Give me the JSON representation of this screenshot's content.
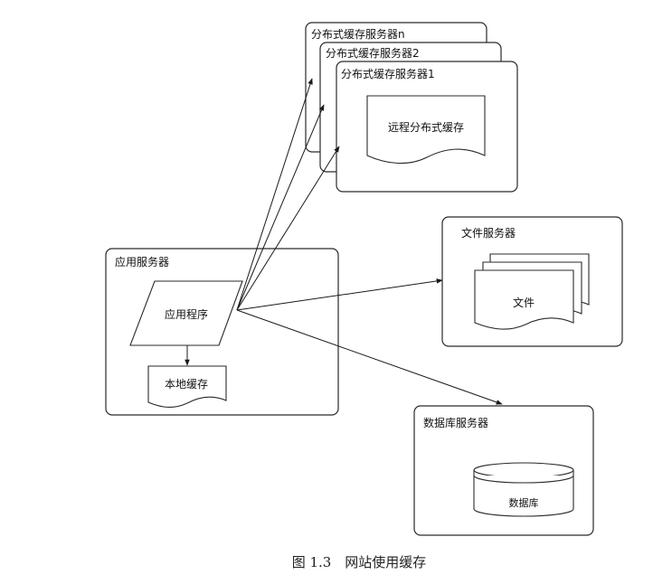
{
  "app_server": {
    "title": "应用服务器",
    "program": "应用程序",
    "local_cache": "本地缓存"
  },
  "cache_servers": {
    "labels": [
      "分布式缓存服务器n",
      "分布式缓存服务器2",
      "分布式缓存服务器1"
    ],
    "content": "远程分布式缓存"
  },
  "file_server": {
    "title": "文件服务器",
    "content": "文件"
  },
  "db_server": {
    "title": "数据库服务器",
    "content": "数据库"
  },
  "caption": "图 1.3　网站使用缓存"
}
